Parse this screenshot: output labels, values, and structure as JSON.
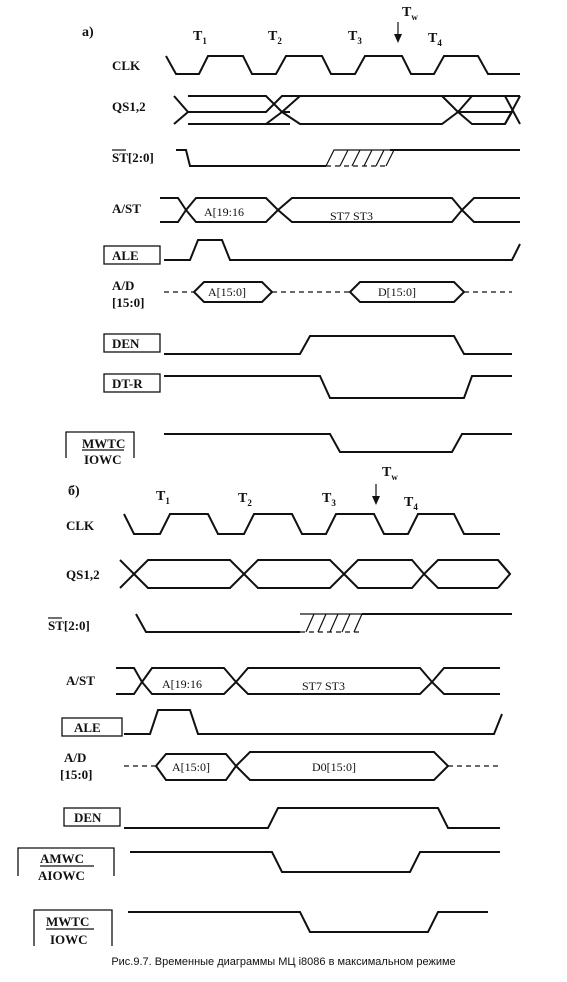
{
  "panel_a": {
    "label": "а)",
    "tw_label": "T",
    "tw_sub": "w",
    "periods": [
      {
        "t": "T",
        "n": "1"
      },
      {
        "t": "T",
        "n": "2"
      },
      {
        "t": "T",
        "n": "3"
      },
      {
        "t": "T",
        "n": "4"
      }
    ],
    "signals": {
      "clk": "CLK",
      "qs": "QS1,2",
      "st": "ST[2:0]",
      "ast": "A/ST",
      "ale": "ALE",
      "ad1": "A/D",
      "ad2": "[15:0]",
      "den": "DEN",
      "dtr": "DT-R",
      "mwtc": "MWTC",
      "iowc": "IOWC"
    },
    "buses": {
      "ast_addr": "A[19:16",
      "ast_st": "ST7   ST3",
      "ad_addr": "A[15:0]",
      "ad_data": "D[15:0]"
    }
  },
  "panel_b": {
    "label": "б)",
    "tw_label": "T",
    "tw_sub": "w",
    "periods": [
      {
        "t": "T",
        "n": "1"
      },
      {
        "t": "T",
        "n": "2"
      },
      {
        "t": "T",
        "n": "3"
      },
      {
        "t": "T",
        "n": "4"
      }
    ],
    "signals": {
      "clk": "CLK",
      "qs": "QS1,2",
      "st": "ST[2:0]",
      "ast": "A/ST",
      "ale": "ALE",
      "ad1": "A/D",
      "ad2": "[15:0]",
      "den": "DEN",
      "amwc": "AMWC",
      "aiowc": "AIOWC",
      "mwtc": "MWTC",
      "iowc": "IOWC"
    },
    "buses": {
      "ast_addr": "A[19:16",
      "ast_st": "ST7   ST3",
      "ad_addr": "A[15:0]",
      "ad_data": "D0[15:0]"
    }
  },
  "caption": "Рис.9.7. Временные диаграммы МЦ i8086 в максимальном режиме"
}
